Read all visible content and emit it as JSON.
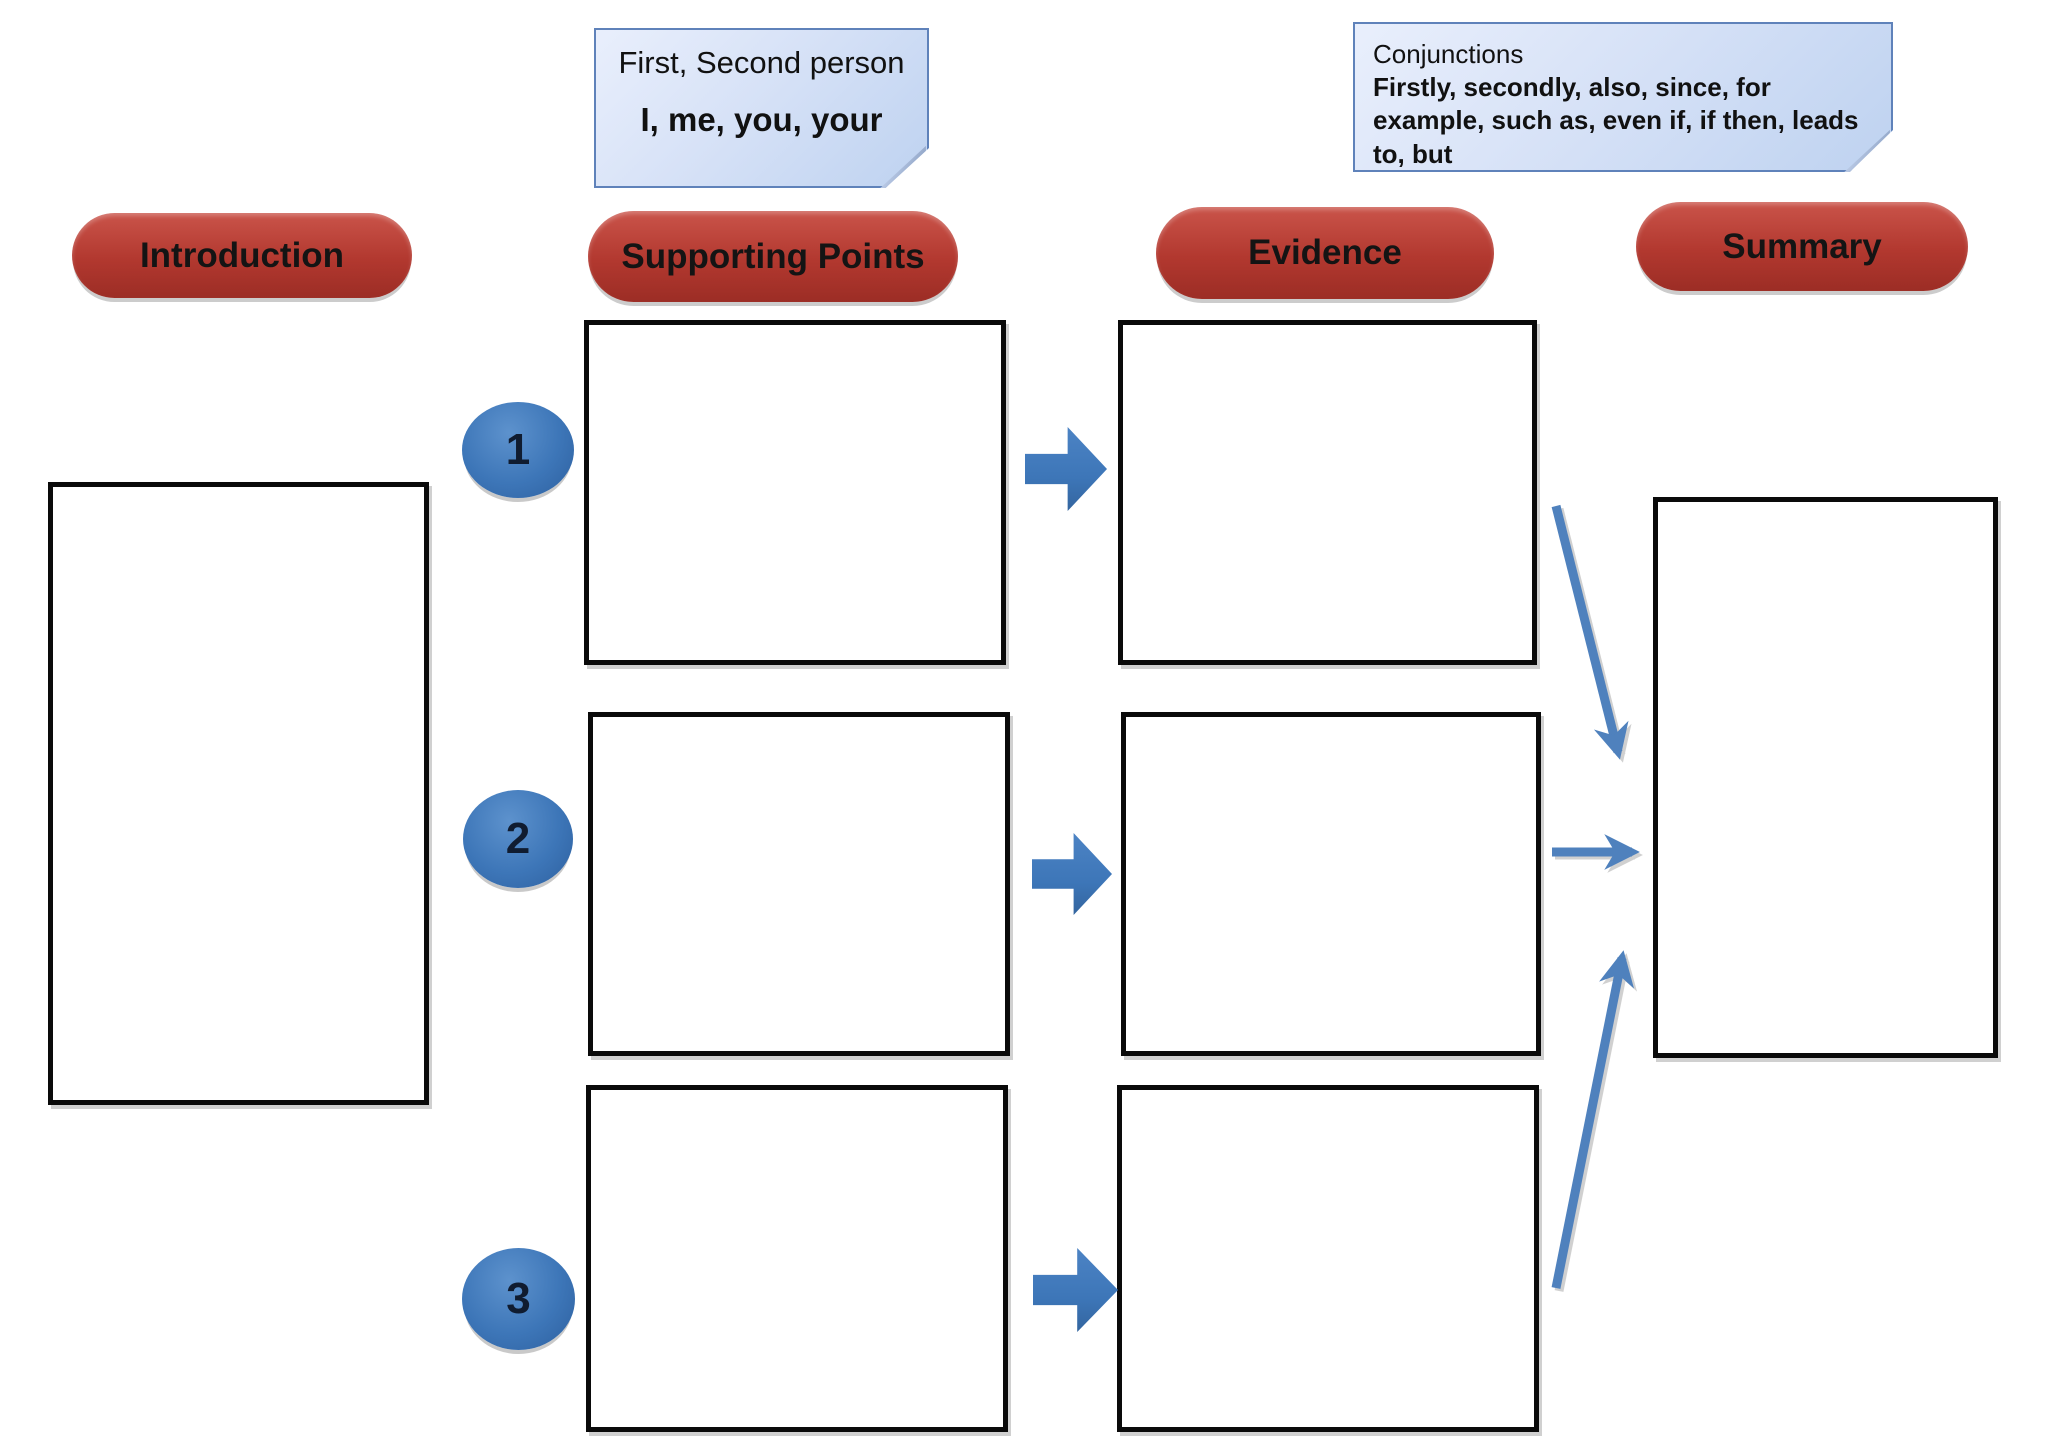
{
  "colors": {
    "accent_red": "#b2382f",
    "accent_red_light": "#ca544a",
    "accent_red_dark": "#9c2d25",
    "accent_blue": "#3d76b8",
    "accent_blue_dark": "#2d5f9e",
    "arrow_blue": "#4f81bd",
    "note_fill_light": "#e9effc",
    "note_fill_dark": "#bed2f0",
    "note_border": "#5f82ba",
    "box_border": "#0a0a0a",
    "text_dark": "#111111"
  },
  "notes": {
    "person": {
      "title": "First, Second person",
      "body": "I, me, you, your"
    },
    "conjunctions": {
      "title": "Conjunctions",
      "body": "Firstly, secondly, also, since, for example, such as, even if, if then, leads to, but"
    }
  },
  "headers": {
    "introduction": "Introduction",
    "supporting_points": "Supporting Points",
    "evidence": "Evidence",
    "summary": "Summary"
  },
  "steps": [
    {
      "number": "1"
    },
    {
      "number": "2"
    },
    {
      "number": "3"
    }
  ]
}
